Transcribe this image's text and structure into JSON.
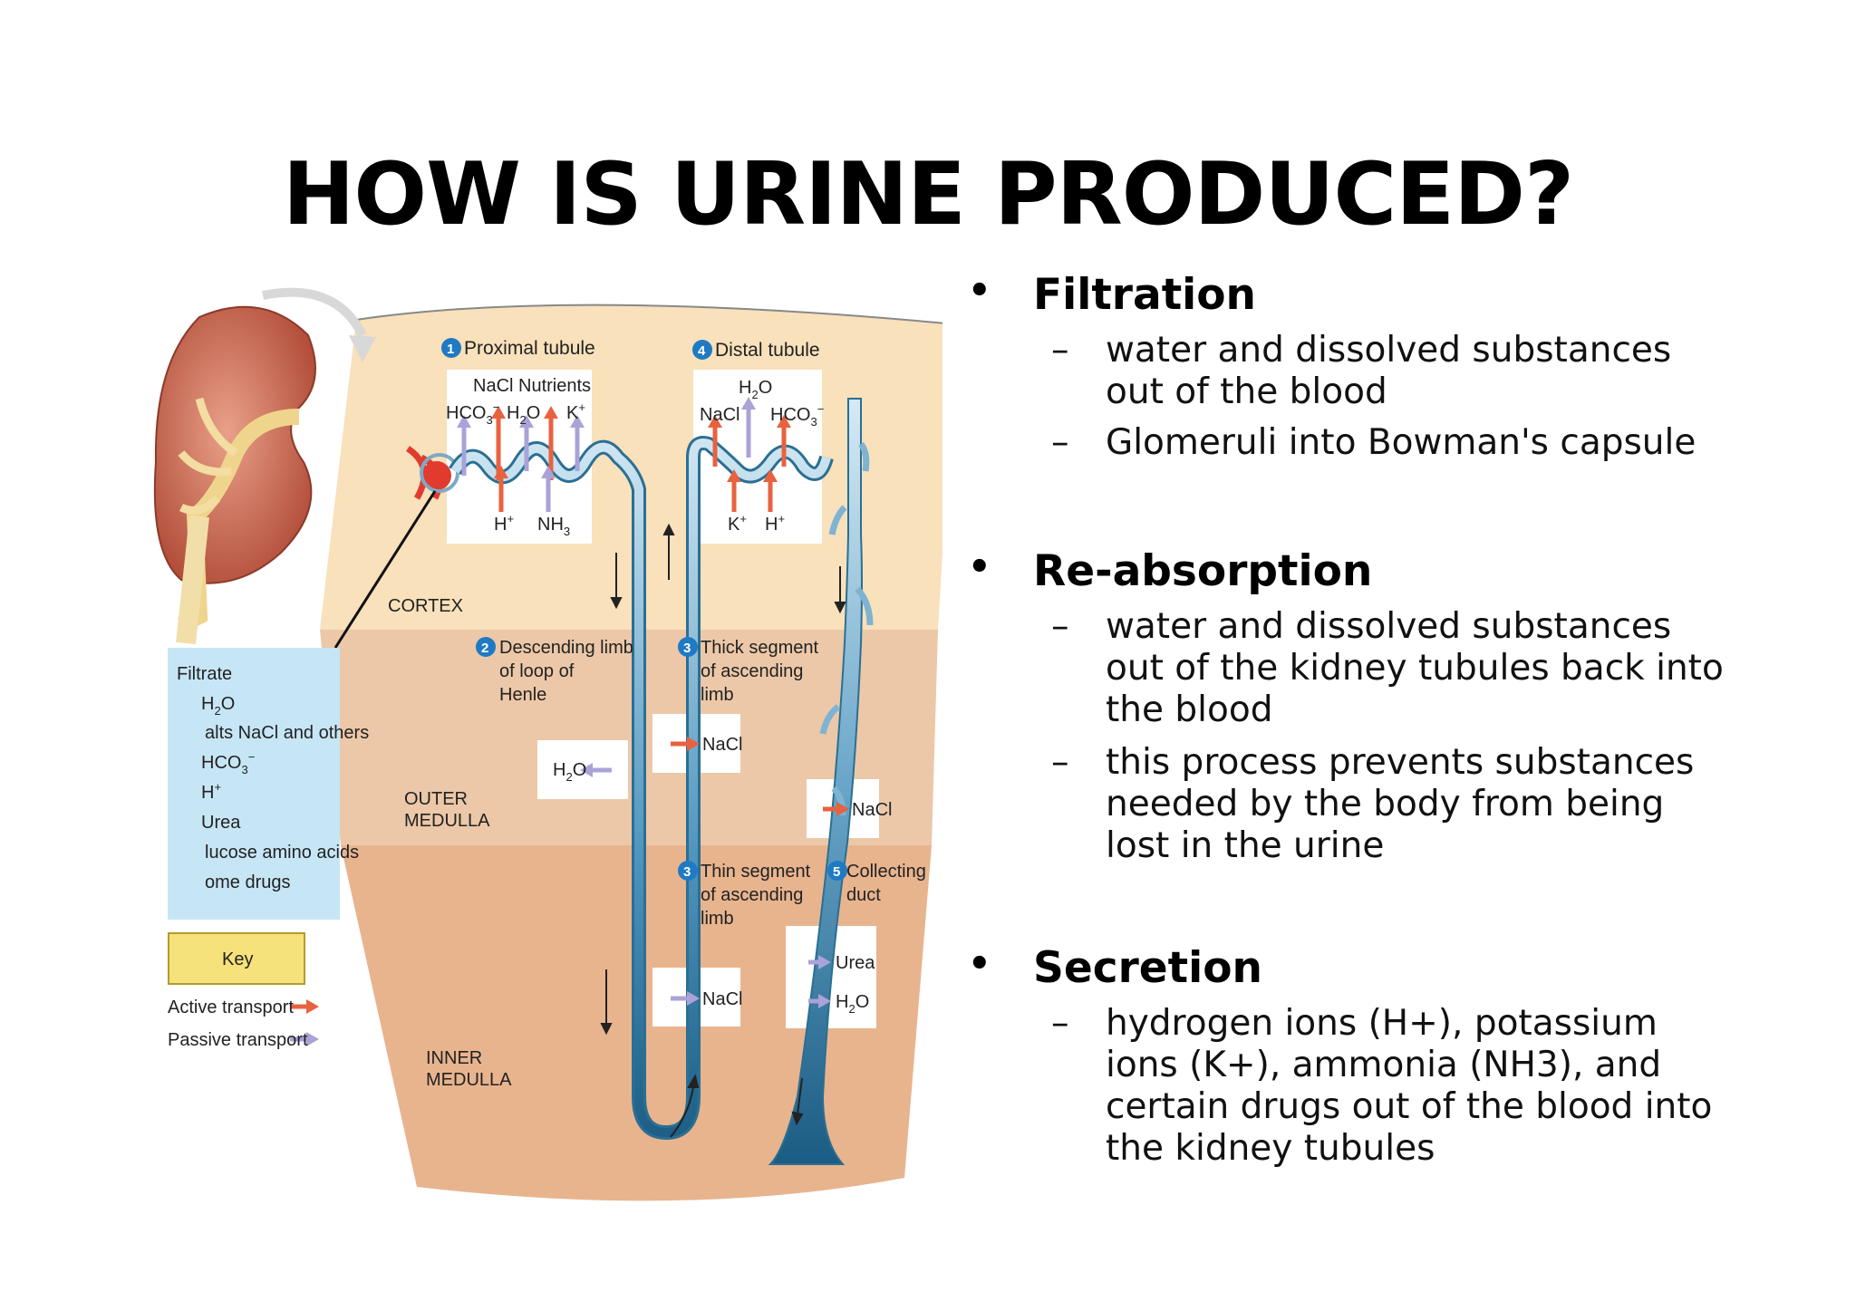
{
  "title": "HOW IS URINE PRODUCED?",
  "diagram": {
    "zones": {
      "cortex": "CORTEX",
      "outer_medulla_1": "OUTER",
      "outer_medulla_2": "MEDULLA",
      "inner_medulla_1": "INNER",
      "inner_medulla_2": "MEDULLA"
    },
    "segments": {
      "s1_num": "1",
      "s1": "Proximal tubule",
      "s2_num": "2",
      "s2_l1": "Descending limb",
      "s2_l2": "of loop of",
      "s2_l3": "Henle",
      "s3a_num": "3",
      "s3a_l1": "Thick segment",
      "s3a_l2": "of ascending",
      "s3a_l3": "limb",
      "s3b_num": "3",
      "s3b_l1": "Thin segment",
      "s3b_l2": "of ascending",
      "s3b_l3": "limb",
      "s4_num": "4",
      "s4": "Distal tubule",
      "s5_num": "5",
      "s5_l1": "Collecting",
      "s5_l2": "duct"
    },
    "proximal_box": {
      "nacl": "NaCl",
      "nutrients": "Nutrients",
      "hco3": "HCO",
      "h2o": "H",
      "k": "K",
      "h": "H",
      "nh3": "NH"
    },
    "distal_box": {
      "h2o": "H",
      "nacl": "NaCl",
      "hco3": "HCO",
      "k": "K",
      "h": "H"
    },
    "descending_box": {
      "h2o": "H"
    },
    "thick_box": {
      "nacl": "NaCl"
    },
    "collecting_box1": {
      "nacl": "NaCl"
    },
    "thin_box": {
      "nacl": "NaCl"
    },
    "collecting_box2": {
      "urea": "Urea",
      "h2o": "H"
    },
    "filtrate": {
      "title": "Filtrate",
      "h2o": "H",
      "salts": "alts  NaCl and others",
      "hco3": "HCO",
      "h": "H",
      "urea": "Urea",
      "glucose": "lucose  amino acids",
      "drugs": "ome drugs"
    },
    "key": {
      "title": "Key",
      "active": "Active transport",
      "passive": "Passive transport"
    },
    "colors": {
      "active": "#e8623f",
      "passive": "#a9a3d8",
      "tubule": "#2b6f93",
      "cortex": "#f8e1bb",
      "outer": "#ecc8a8",
      "inner": "#e8b48e",
      "filtrate_bg": "#c6e6f6",
      "key_bg": "#f6e27a"
    }
  },
  "sections": [
    {
      "heading": "Filtration",
      "items": [
        {
          "lines": [
            "water and dissolved substances",
            "out of the blood"
          ]
        },
        {
          "lines": [
            "Glomeruli into Bowman's capsule"
          ]
        }
      ]
    },
    {
      "heading": "Re-absorption",
      "items": [
        {
          "lines": [
            "water and dissolved substances",
            "out of the kidney tubules back into",
            "the blood"
          ]
        },
        {
          "lines": [
            "this process prevents substances",
            "needed by the body from being",
            "lost in the urine"
          ]
        }
      ]
    },
    {
      "heading": "Secretion",
      "items": [
        {
          "lines": [
            "hydrogen ions (H+), potassium",
            "ions (K+), ammonia (NH3), and",
            "certain drugs out of the blood into",
            "the kidney tubules"
          ]
        }
      ]
    }
  ],
  "bullet_char": "•",
  "dash_char": "–"
}
